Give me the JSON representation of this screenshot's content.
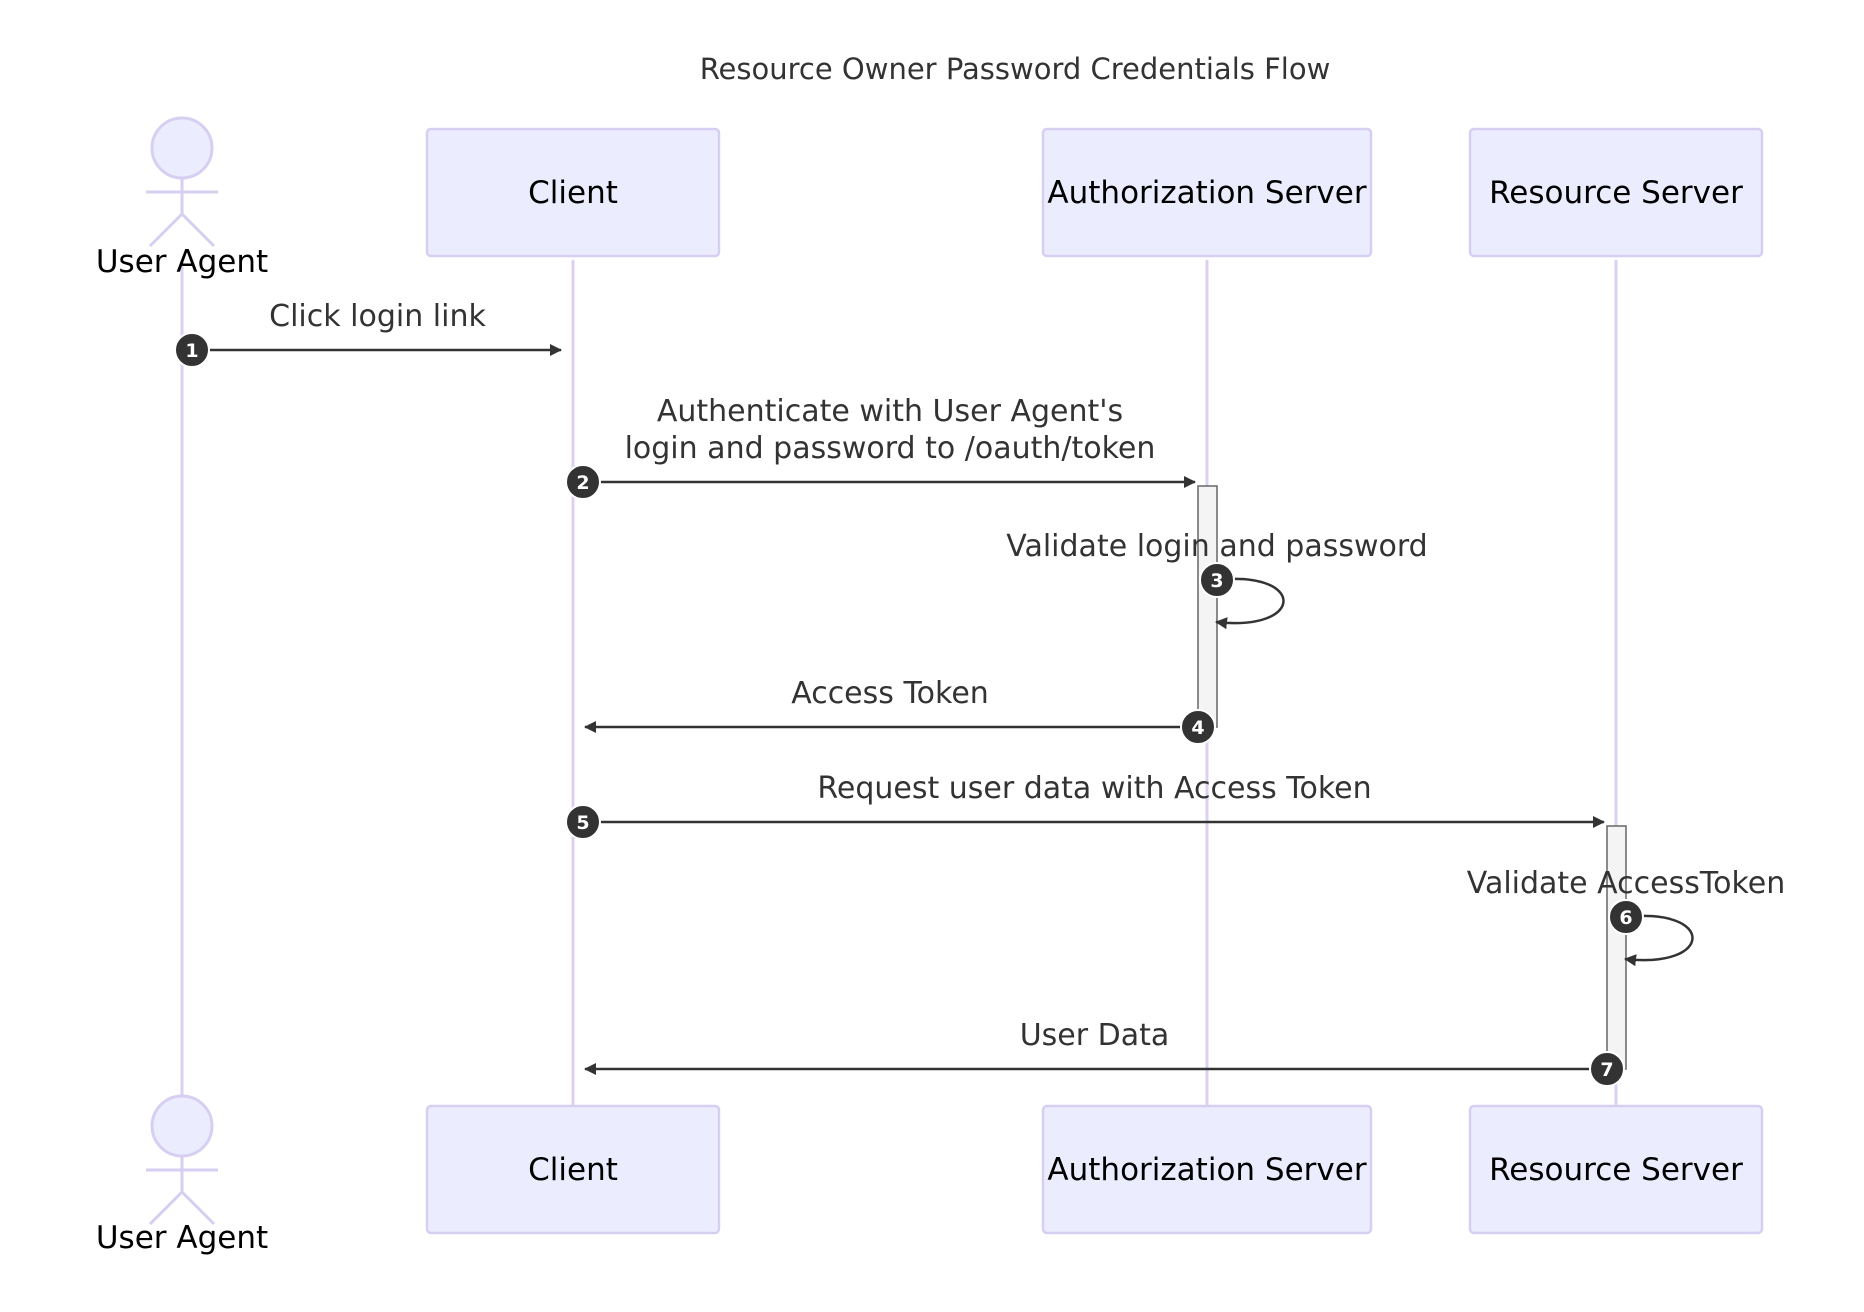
{
  "title": "Resource Owner Password Credentials Flow",
  "colors": {
    "actor_fill": "#ECECFF",
    "actor_stroke": "#D7CFF2",
    "lifeline": "#DCD0F2",
    "message": "#333333",
    "activation_fill": "#F4F4F4",
    "activation_stroke": "#666666",
    "number_badge": "#333333"
  },
  "participants": [
    {
      "id": "user_agent",
      "label": "User Agent",
      "kind": "actor"
    },
    {
      "id": "client",
      "label": "Client",
      "kind": "box"
    },
    {
      "id": "auth_server",
      "label": "Authorization Server",
      "kind": "box"
    },
    {
      "id": "resource_server",
      "label": "Resource Server",
      "kind": "box"
    }
  ],
  "messages": [
    {
      "number": "1",
      "from": "user_agent",
      "to": "client",
      "lines": [
        "Click login link"
      ]
    },
    {
      "number": "2",
      "from": "client",
      "to": "auth_server",
      "lines": [
        "Authenticate with User Agent's",
        "login and password to /oauth/token"
      ]
    },
    {
      "number": "3",
      "from": "auth_server",
      "to": "auth_server",
      "lines": [
        "Validate login and password"
      ]
    },
    {
      "number": "4",
      "from": "auth_server",
      "to": "client",
      "lines": [
        "Access Token"
      ]
    },
    {
      "number": "5",
      "from": "client",
      "to": "resource_server",
      "lines": [
        "Request user data with Access Token"
      ]
    },
    {
      "number": "6",
      "from": "resource_server",
      "to": "resource_server",
      "lines": [
        "Validate AccessToken"
      ]
    },
    {
      "number": "7",
      "from": "resource_server",
      "to": "client",
      "lines": [
        "User Data"
      ]
    }
  ]
}
